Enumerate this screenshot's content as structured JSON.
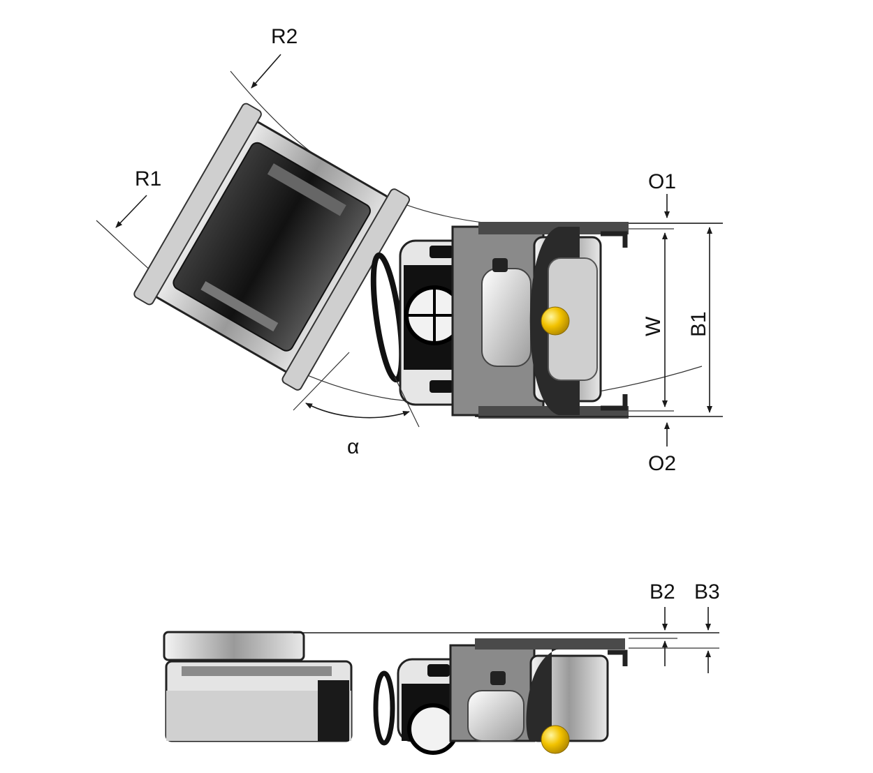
{
  "diagram": {
    "top_view_labels": {
      "r1": "R1",
      "r2": "R2",
      "o1": "O1",
      "o2": "O2",
      "w": "W",
      "b1": "B1",
      "alpha": "α"
    },
    "side_view_labels": {
      "b2": "B2",
      "b3": "B3"
    },
    "colors": {
      "line": "#1a1a1a",
      "machine_dark": "#2a2a2a",
      "machine_mid": "#7a7a7a",
      "machine_light": "#d8d8d8",
      "ball": "#f2c200"
    }
  }
}
